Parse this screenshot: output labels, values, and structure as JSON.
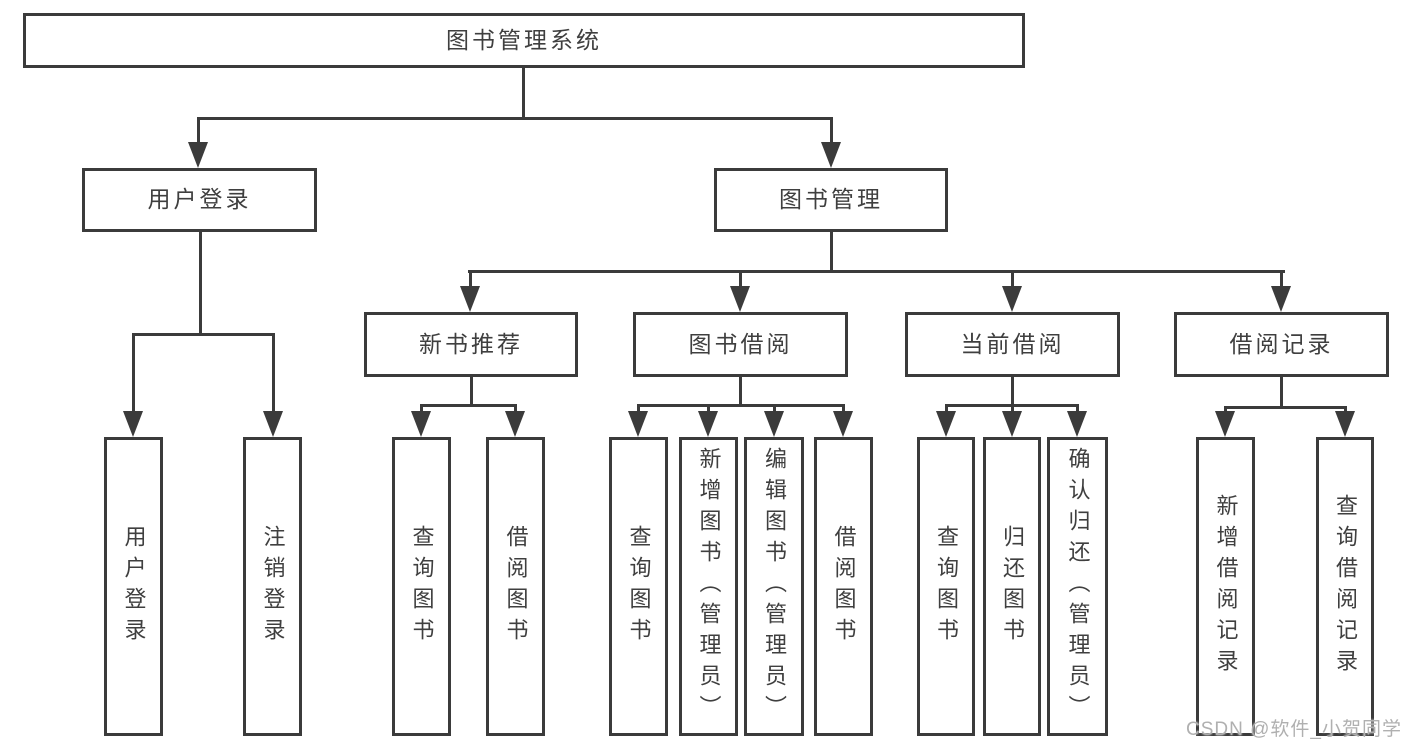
{
  "title": "图书管理系统",
  "tree": {
    "label": "图书管理系统",
    "children": [
      {
        "label": "用户登录",
        "children": [
          {
            "label": "用户登录"
          },
          {
            "label": "注销登录"
          }
        ]
      },
      {
        "label": "图书管理",
        "children": [
          {
            "label": "新书推荐",
            "children": [
              {
                "label": "查询图书"
              },
              {
                "label": "借阅图书"
              }
            ]
          },
          {
            "label": "图书借阅",
            "children": [
              {
                "label": "查询图书"
              },
              {
                "label": "新增图书（管理员）"
              },
              {
                "label": "编辑图书（管理员）"
              },
              {
                "label": "借阅图书"
              }
            ]
          },
          {
            "label": "当前借阅",
            "children": [
              {
                "label": "查询图书"
              },
              {
                "label": "归还图书"
              },
              {
                "label": "确认归还（管理员）"
              }
            ]
          },
          {
            "label": "借阅记录",
            "children": [
              {
                "label": "新增借阅记录"
              },
              {
                "label": "查询借阅记录"
              }
            ]
          }
        ]
      }
    ]
  },
  "watermark": "CSDN @软件_小贺同学",
  "colors": {
    "line": "#3b3b3b",
    "text": "#3f3f3f",
    "background": "#ffffff",
    "watermark": "#b0b0b0"
  }
}
